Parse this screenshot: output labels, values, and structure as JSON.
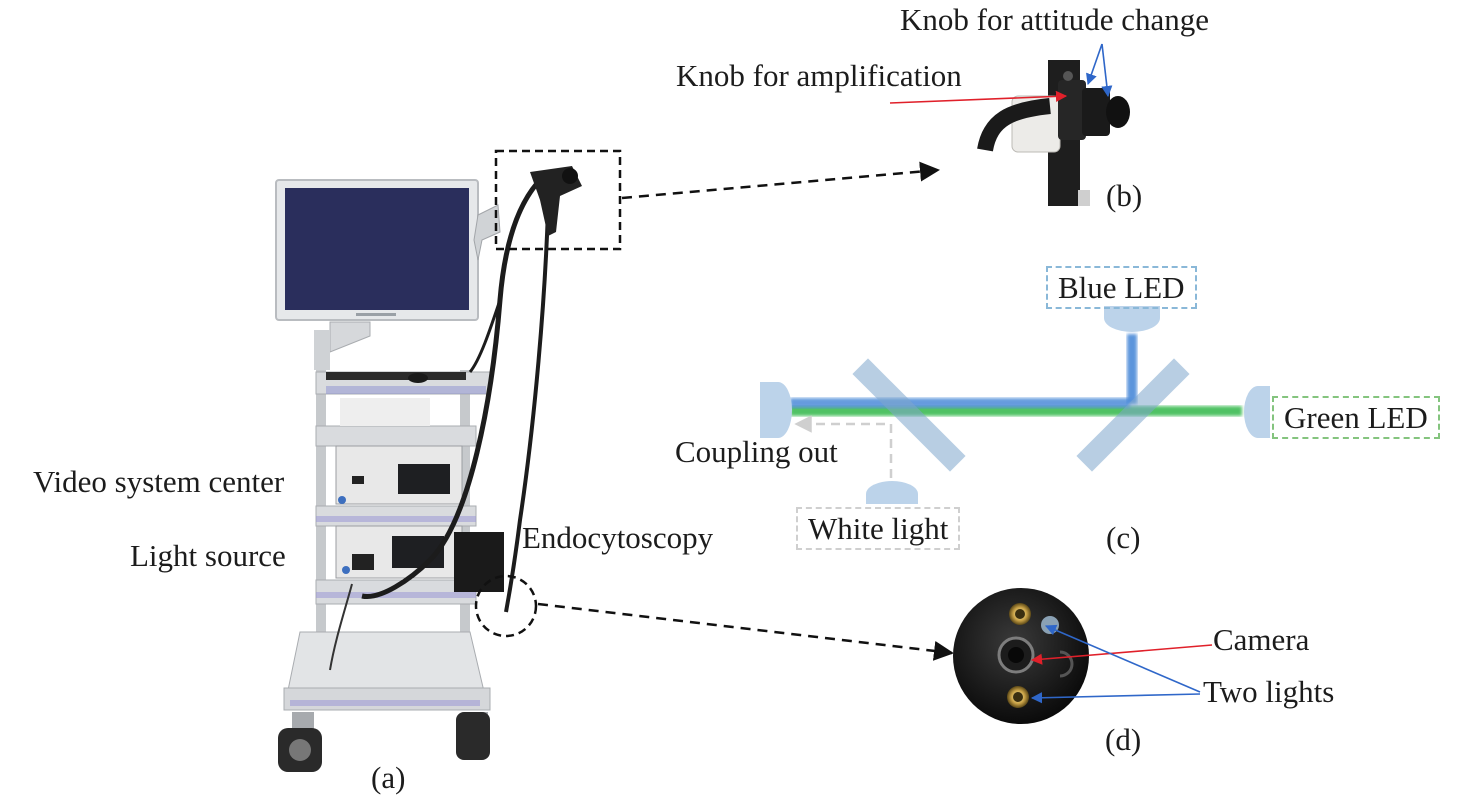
{
  "figure": {
    "panel_a": {
      "caption": "(a)",
      "labels": {
        "video_system": "Video system center",
        "light_source": "Light source",
        "endocytoscopy": "Endocytoscopy"
      }
    },
    "panel_b": {
      "caption": "(b)",
      "labels": {
        "attitude_knob": "Knob for attitude change",
        "amplification_knob": "Knob for amplification"
      }
    },
    "panel_c": {
      "caption": "(c)",
      "labels": {
        "blue_led": "Blue LED",
        "green_led": "Green LED",
        "white_light": "White light",
        "coupling_out": "Coupling out"
      }
    },
    "panel_d": {
      "caption": "(d)",
      "labels": {
        "camera": "Camera",
        "two_lights": "Two lights"
      }
    }
  },
  "colors": {
    "blue_beam": "#3f83d6",
    "green_beam": "#33b84a",
    "red_arrow": "#e0202a",
    "blue_arrow": "#2f67c9",
    "dashed_gray": "#cfcfcf"
  }
}
